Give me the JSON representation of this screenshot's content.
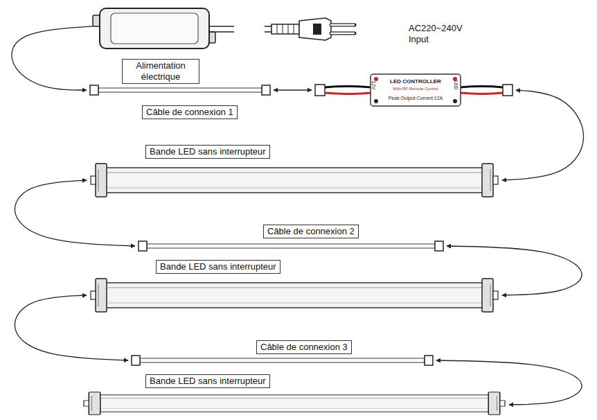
{
  "diagram": {
    "nodes": [
      {
        "text": [
          "Alimentation électrique"
        ]
      },
      {
        "text": [
          "Câble de connexion 1"
        ]
      },
      {
        "text": [
          "12V",
          "LED CONTROLLER",
          "With RF Remote Control",
          "Peak Output Current:12A",
          "LED"
        ]
      },
      {
        "text": [
          "Bande LED sans interrupteur"
        ]
      },
      {
        "text": [
          "Câble de connexion 2"
        ]
      },
      {
        "text": [
          "Bande LED sans interrupteur"
        ]
      },
      {
        "text": [
          "Câble de connexion 3"
        ]
      },
      {
        "text": [
          "Bande LED sans interrupteur"
        ]
      }
    ],
    "edges": [
      {
        "from": 0,
        "to": 1,
        "arrow": "to"
      },
      {
        "from": 1,
        "to": 2,
        "arrow": "both"
      },
      {
        "from": 2,
        "to": 3,
        "arrow": "both"
      },
      {
        "from": 3,
        "to": 4,
        "arrow": "both"
      },
      {
        "from": 4,
        "to": 5,
        "arrow": "both"
      },
      {
        "from": 5,
        "to": 6,
        "arrow": "both"
      },
      {
        "from": 6,
        "to": 7,
        "arrow": "both"
      }
    ],
    "labels": [
      "AC220~240V Input"
    ]
  }
}
